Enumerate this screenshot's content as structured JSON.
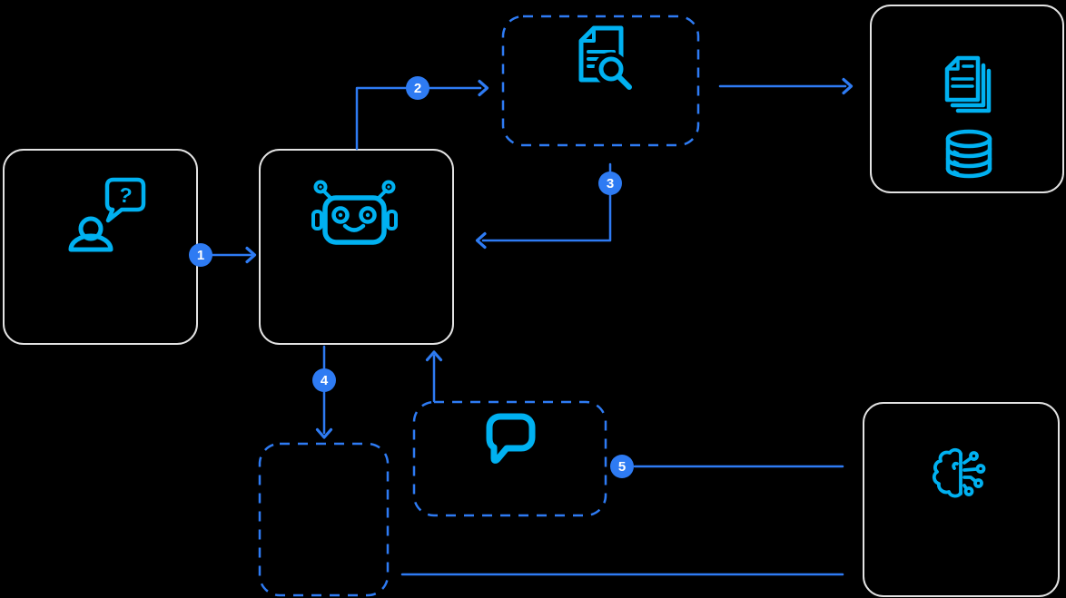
{
  "canvas": {
    "background": "#000000"
  },
  "colors": {
    "connector_blue": "#2e7bf3",
    "icon_cyan": "#00b1f1",
    "solid_node_border": "#e3e3e3",
    "badge_fill": "#2e7bf3",
    "badge_text": "#ffffff"
  },
  "nodes": [
    {
      "id": "user",
      "style": "solid",
      "icons": [
        "user-question-icon"
      ]
    },
    {
      "id": "chatbot",
      "style": "solid",
      "icons": [
        "robot-icon"
      ]
    },
    {
      "id": "document-search",
      "style": "dashed",
      "icons": [
        "document-search-icon"
      ]
    },
    {
      "id": "document-store",
      "style": "solid",
      "icons": [
        "documents-stack-icon",
        "database-icon"
      ]
    },
    {
      "id": "memory",
      "style": "dashed",
      "icons": []
    },
    {
      "id": "chat-response",
      "style": "dashed",
      "icons": [
        "chat-bubble-icon"
      ]
    },
    {
      "id": "ai-model",
      "style": "solid",
      "icons": [
        "brain-circuit-icon"
      ]
    }
  ],
  "edges": [
    {
      "step": "1",
      "from": "user",
      "to": "chatbot"
    },
    {
      "step": "2",
      "from": "chatbot",
      "to": "document-search"
    },
    {
      "step": "",
      "from": "document-search",
      "to": "document-store"
    },
    {
      "step": "3",
      "from": "document-search",
      "to": "chatbot"
    },
    {
      "step": "4",
      "from": "chatbot",
      "to": "memory"
    },
    {
      "step": "",
      "from": "chat-response",
      "to": "chatbot"
    },
    {
      "step": "5",
      "from": "chat-response",
      "to": "ai-model"
    },
    {
      "step": "",
      "from": "memory",
      "to": "ai-model"
    }
  ],
  "glyphs": {
    "question_mark": "?"
  }
}
